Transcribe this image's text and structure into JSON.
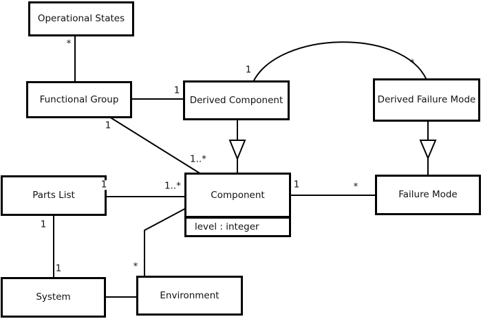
{
  "diagram": {
    "classes": {
      "operational_states": {
        "name": "Operational States"
      },
      "functional_group": {
        "name": "Functional Group"
      },
      "derived_component": {
        "name": "Derived Component"
      },
      "derived_failure_mode": {
        "name": "Derived Failure Mode"
      },
      "component": {
        "name": "Component",
        "attribute": "level : integer"
      },
      "failure_mode": {
        "name": "Failure Mode"
      },
      "parts_list": {
        "name": "Parts List"
      },
      "system": {
        "name": "System"
      },
      "environment": {
        "name": "Environment"
      }
    },
    "multiplicities": {
      "operational_states_functional_group": "*",
      "functional_group_derived_component": "1",
      "functional_group_component_near_group": "1",
      "functional_group_component_near_component": "1..*",
      "derived_component_arc": "1",
      "derived_failure_mode_arc": "*",
      "component_failure_mode_near_component": "1",
      "component_failure_mode_near_failure_mode": "*",
      "parts_list_component_near_parts_list": "1",
      "parts_list_component_near_component": "1..*",
      "parts_list_system_near_parts_list": "1",
      "parts_list_system_near_system": "1",
      "component_environment_near_environment": "*"
    },
    "colors": {
      "line": "#000000",
      "background": "#ffffff",
      "text": "#111111"
    }
  }
}
